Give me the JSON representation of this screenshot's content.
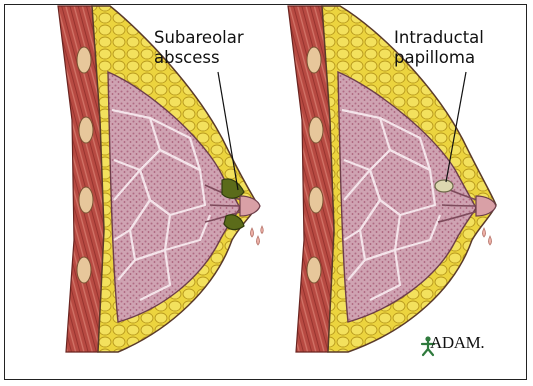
{
  "labels": {
    "left": {
      "line1": "Subareolar",
      "line2": "abscess"
    },
    "right": {
      "line1": "Intraductal",
      "line2": "papilloma"
    }
  },
  "logo": {
    "text": "ADAM."
  },
  "colors": {
    "border": "#222222",
    "muscle": "#b4433d",
    "fat": "#e6cc33",
    "glandular": "#caa0ae",
    "outline": "#5a3a2a",
    "abscess": "#556018",
    "papilloma": "#d7d2a8",
    "fluid": "#e7a8a0",
    "logo_green": "#2f7a3d"
  }
}
